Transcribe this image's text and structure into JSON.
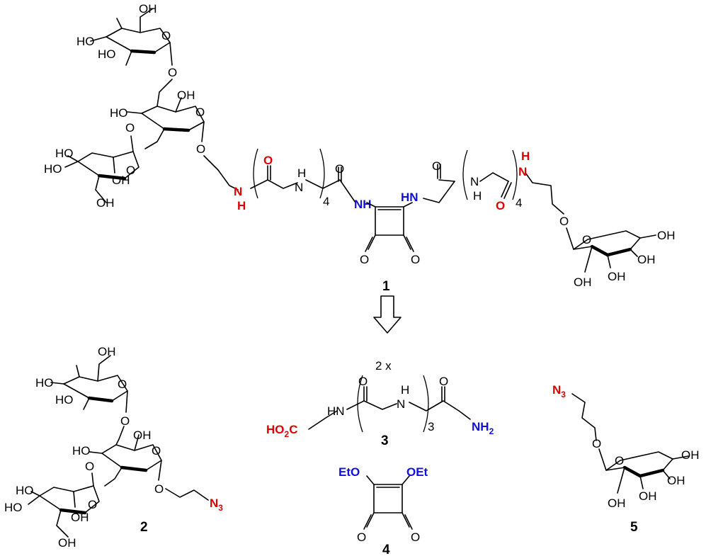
{
  "colors": {
    "black": "#000000",
    "red": "#e00000",
    "blue": "#1010e0"
  },
  "labels": {
    "oh": "OH",
    "ho": "HO",
    "o": "O",
    "h": "H",
    "nh": "NH",
    "hn": "HN",
    "n": "N",
    "n3_n": "N",
    "n3_sub": "3",
    "nh2": "NH",
    "nh2_sub": "2",
    "ho2c_a": "HO",
    "ho2c_sub": "2",
    "ho2c_b": "C",
    "eto": "EtO",
    "oet": "OEt",
    "rep4": "4",
    "rep3": "3",
    "times": "2 x"
  },
  "compounds": {
    "c1": "1",
    "c2": "2",
    "c3": "3",
    "c4": "4",
    "c5": "5"
  },
  "icons": {
    "arrow": "retrosynthesis-arrow"
  }
}
